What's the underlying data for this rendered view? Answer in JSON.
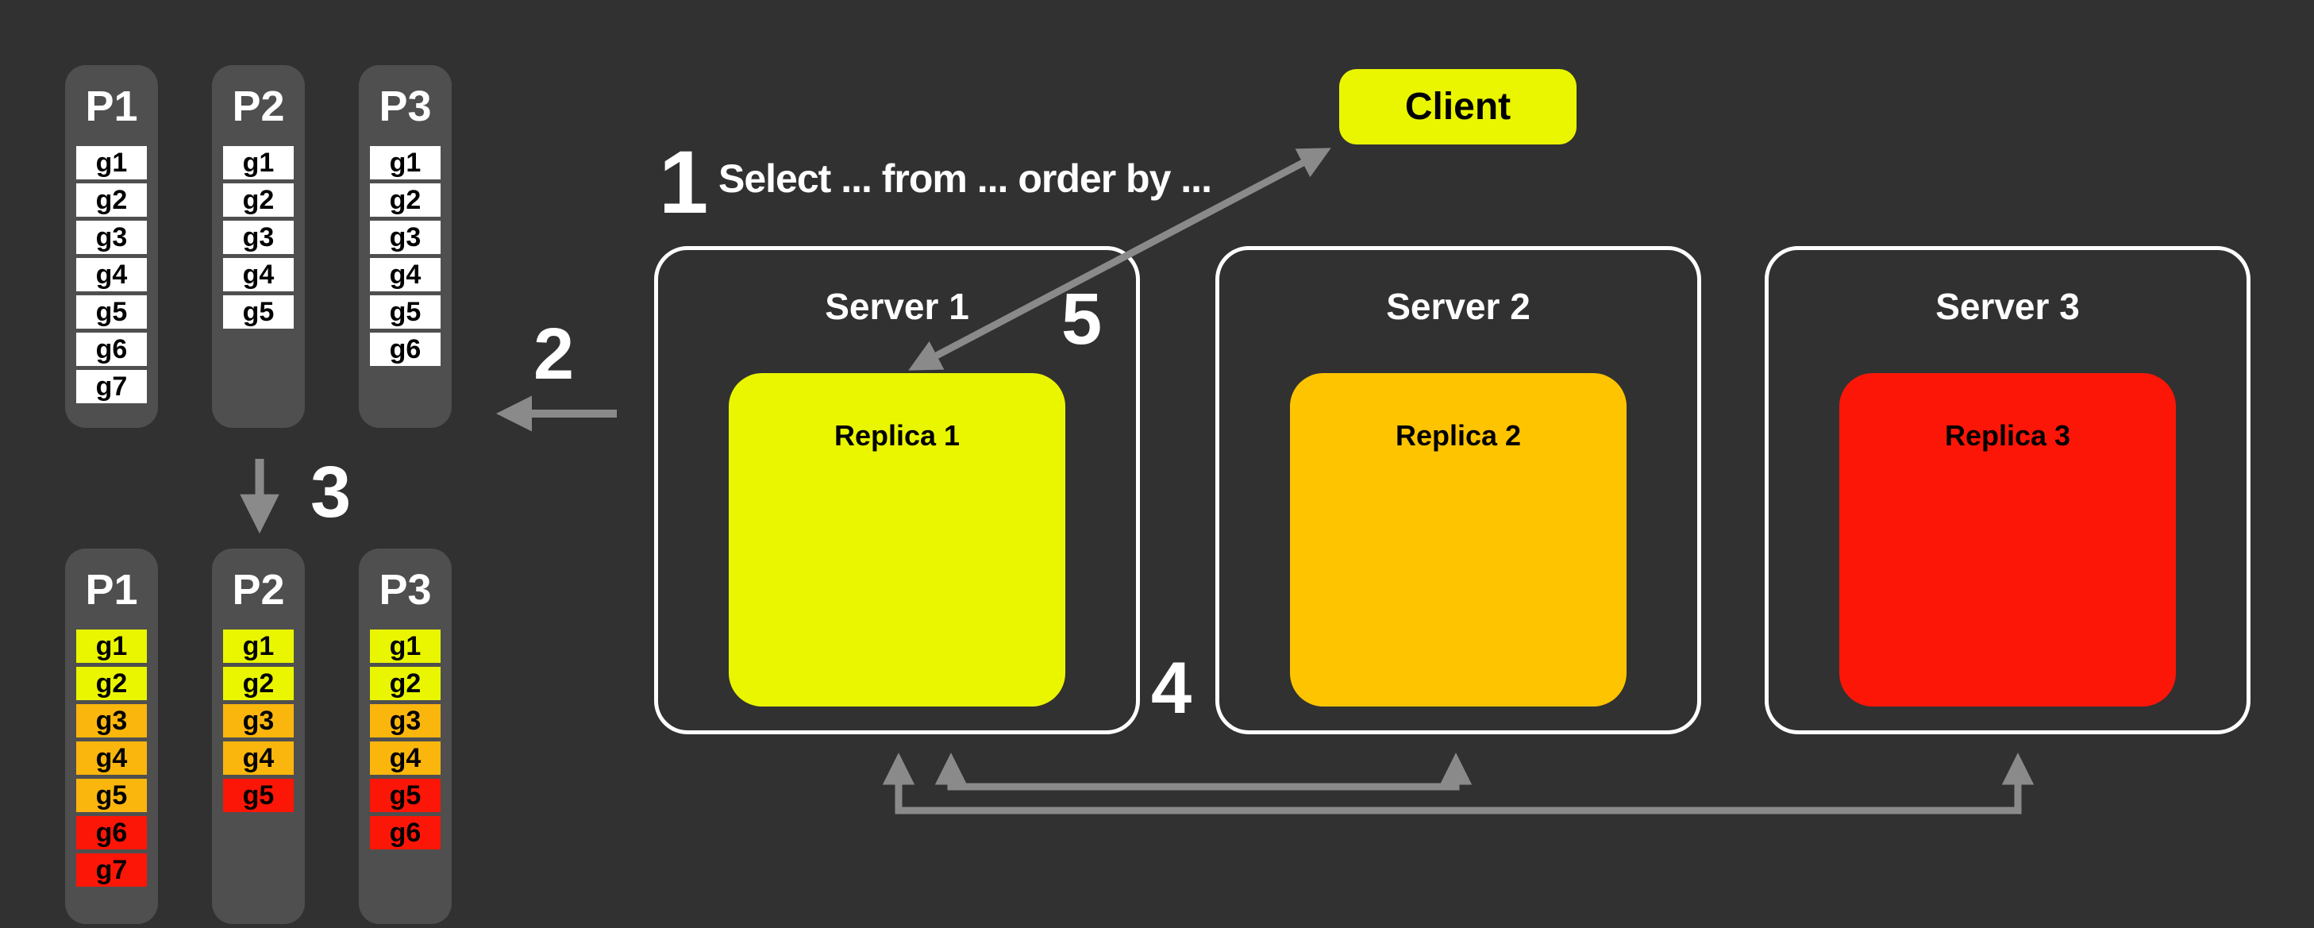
{
  "canvas": {
    "bg": "#313131"
  },
  "colors": {
    "panel": "#4F4F4F",
    "white_cell": "#FFFFFF",
    "yellow": "#EAF600",
    "orange_replica": "#FFC400",
    "orange_cell": "#FBB60D",
    "red": "#FC1607",
    "arrow": "#8A8A8A"
  },
  "steps": {
    "n1": "1",
    "n2": "2",
    "n3": "3",
    "n4": "4",
    "n5": "5",
    "query": "Select ... from ... order by ..."
  },
  "client": {
    "label": "Client",
    "color": "#EAF600"
  },
  "partitions_before": [
    {
      "label": "P1",
      "cells": [
        {
          "label": "g1",
          "color": "#FFFFFF"
        },
        {
          "label": "g2",
          "color": "#FFFFFF"
        },
        {
          "label": "g3",
          "color": "#FFFFFF"
        },
        {
          "label": "g4",
          "color": "#FFFFFF"
        },
        {
          "label": "g5",
          "color": "#FFFFFF"
        },
        {
          "label": "g6",
          "color": "#FFFFFF"
        },
        {
          "label": "g7",
          "color": "#FFFFFF"
        }
      ]
    },
    {
      "label": "P2",
      "cells": [
        {
          "label": "g1",
          "color": "#FFFFFF"
        },
        {
          "label": "g2",
          "color": "#FFFFFF"
        },
        {
          "label": "g3",
          "color": "#FFFFFF"
        },
        {
          "label": "g4",
          "color": "#FFFFFF"
        },
        {
          "label": "g5",
          "color": "#FFFFFF"
        }
      ]
    },
    {
      "label": "P3",
      "cells": [
        {
          "label": "g1",
          "color": "#FFFFFF"
        },
        {
          "label": "g2",
          "color": "#FFFFFF"
        },
        {
          "label": "g3",
          "color": "#FFFFFF"
        },
        {
          "label": "g4",
          "color": "#FFFFFF"
        },
        {
          "label": "g5",
          "color": "#FFFFFF"
        },
        {
          "label": "g6",
          "color": "#FFFFFF"
        }
      ]
    }
  ],
  "partitions_after": [
    {
      "label": "P1",
      "cells": [
        {
          "label": "g1",
          "color": "#EAF600"
        },
        {
          "label": "g2",
          "color": "#EAF600"
        },
        {
          "label": "g3",
          "color": "#FBB60D"
        },
        {
          "label": "g4",
          "color": "#FBB60D"
        },
        {
          "label": "g5",
          "color": "#FBB60D"
        },
        {
          "label": "g6",
          "color": "#FC1607"
        },
        {
          "label": "g7",
          "color": "#FC1607"
        }
      ]
    },
    {
      "label": "P2",
      "cells": [
        {
          "label": "g1",
          "color": "#EAF600"
        },
        {
          "label": "g2",
          "color": "#EAF600"
        },
        {
          "label": "g3",
          "color": "#FBB60D"
        },
        {
          "label": "g4",
          "color": "#FBB60D"
        },
        {
          "label": "g5",
          "color": "#FC1607"
        }
      ]
    },
    {
      "label": "P3",
      "cells": [
        {
          "label": "g1",
          "color": "#EAF600"
        },
        {
          "label": "g2",
          "color": "#EAF600"
        },
        {
          "label": "g3",
          "color": "#FBB60D"
        },
        {
          "label": "g4",
          "color": "#FBB60D"
        },
        {
          "label": "g5",
          "color": "#FC1607"
        },
        {
          "label": "g6",
          "color": "#FC1607"
        }
      ]
    }
  ],
  "servers": [
    {
      "label": "Server 1",
      "replica_label": "Replica 1",
      "replica_color": "#EAF600"
    },
    {
      "label": "Server 2",
      "replica_label": "Replica 2",
      "replica_color": "#FFC400"
    },
    {
      "label": "Server 3",
      "replica_label": "Replica 3",
      "replica_color": "#FC1607"
    }
  ]
}
